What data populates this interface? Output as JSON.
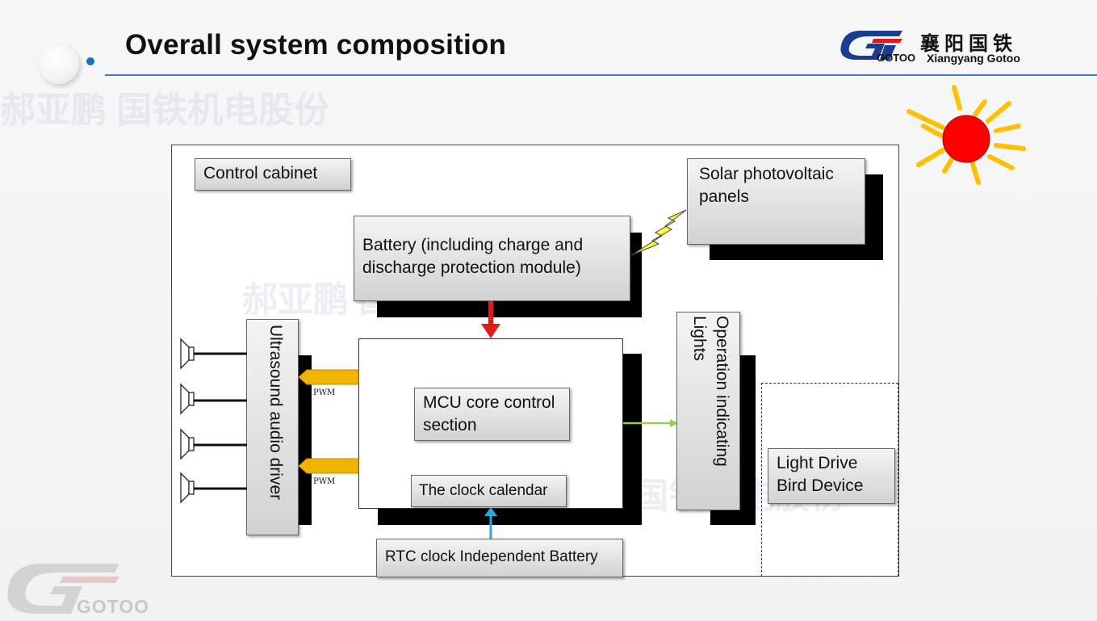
{
  "header": {
    "title": "Overall system composition",
    "logo_cn": "襄阳国铁",
    "logo_en": "Xiangyang Gotoo",
    "logo_brand": "GOTOO"
  },
  "watermark": {
    "line1": "郝亚鹏  国铁机电股份",
    "line2": "郝亚鹏  国铁机电股份",
    "line3": "郝亚鹏  国铁机电股份"
  },
  "diagram": {
    "control_cabinet": "Control cabinet",
    "solar_panels": "Solar photovoltaic panels",
    "battery": "Battery (including charge and discharge protection module)",
    "mcu": "MCU core control section",
    "clock_calendar": "The clock calendar",
    "rtc_battery": "RTC clock Independent Battery",
    "ultrasound_driver": "Ultrasound audio driver",
    "operation_lights": "Operation indicating Lights",
    "light_drive": "Light Drive Bird Device",
    "pwm_top": "PWM",
    "pwm_bottom": "PWM"
  },
  "colors": {
    "accent_line": "#3a7fc0",
    "arrow_power": "#e31a1a",
    "arrow_rtc": "#29a8e0",
    "arrow_lights": "#92d050",
    "pwm_connector": "#f0b400",
    "sun": "#ff0000",
    "sun_rays": "#ffc000",
    "lightning": "#ffff33"
  }
}
